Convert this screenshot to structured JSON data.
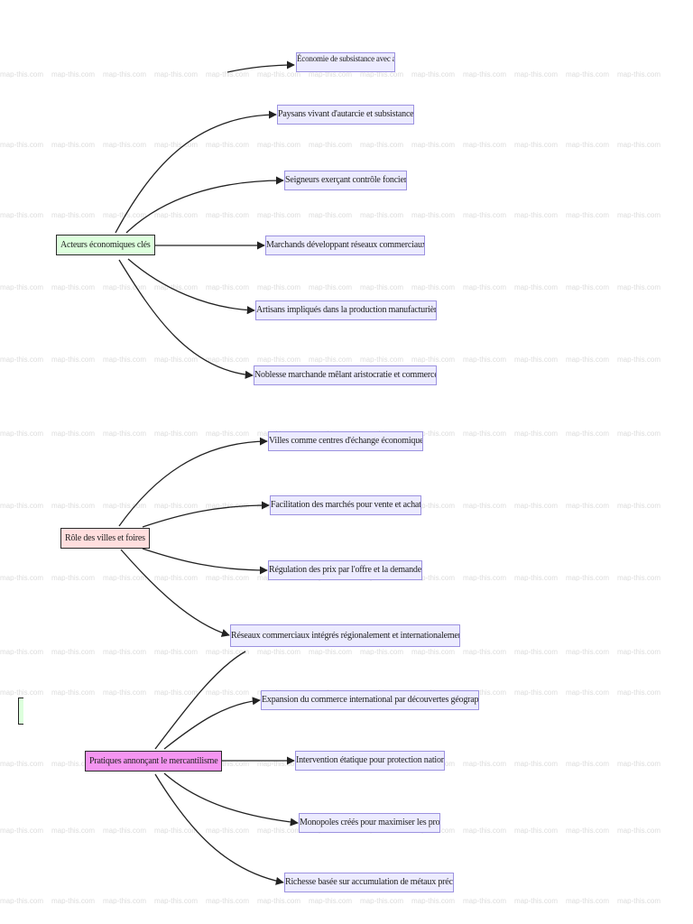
{
  "watermark": "map-this.com",
  "top_node": "Économie de subsistance avec autonomie paysanne",
  "groups": [
    {
      "hub": "Acteurs économiques clés",
      "items": [
        "Paysans vivant d'autarcie et subsistance",
        "Seigneurs exerçant contrôle foncier",
        "Marchands développant réseaux commerciaux",
        "Artisans impliqués dans la production manufacturière",
        "Noblesse marchande mêlant aristocratie et commerce"
      ]
    },
    {
      "hub": "Rôle des villes et foires",
      "items": [
        "Villes comme centres d'échange économique",
        "Facilitation des marchés pour vente et achat",
        "Régulation des prix par l'offre et la demande",
        "Réseaux commerciaux intégrés régionalement et internationalement"
      ]
    },
    {
      "hub": "Pratiques annonçant le mercantilisme",
      "items": [
        "Expansion du commerce international par découvertes géographiques",
        "Intervention étatique pour protection nationale",
        "Monopoles créés pour maximiser les profits",
        "Richesse basée sur accumulation de métaux précieux"
      ]
    }
  ],
  "colors": {
    "leaf_fill": "#ecebff",
    "leaf_border": "#9c92e0",
    "hub1_fill": "#ddffdd",
    "hub2_fill": "#ffdede",
    "hub3_fill": "#f595f1",
    "edge": "#222222"
  }
}
